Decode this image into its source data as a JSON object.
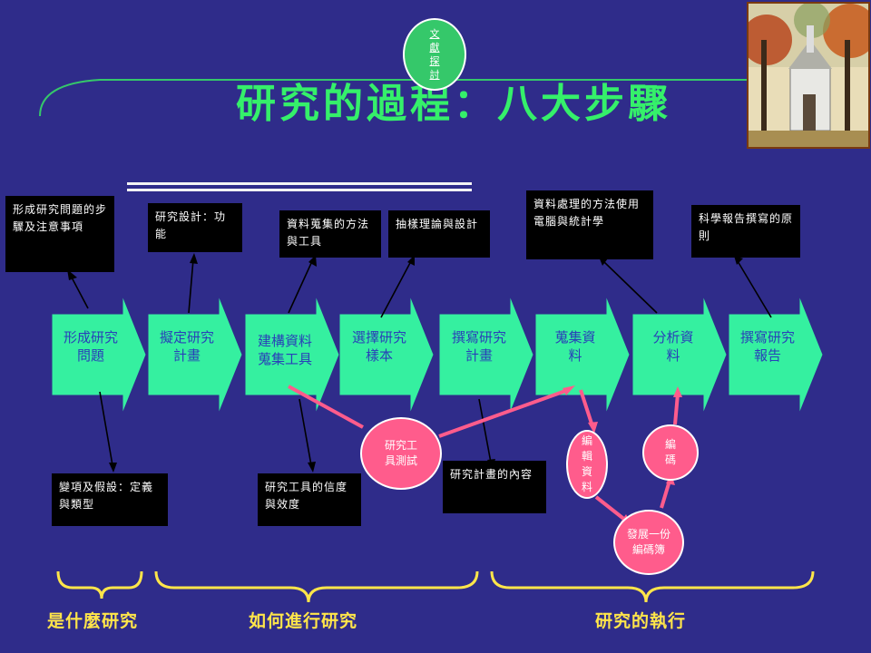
{
  "title": "研究的過程：八大步驟",
  "top_bubble": "文獻探討",
  "steps": [
    {
      "label": "形成研究問題"
    },
    {
      "label": "擬定研究計畫"
    },
    {
      "label": "建構資料蒐集工具"
    },
    {
      "label": "選擇研究樣本"
    },
    {
      "label": "撰寫研究計畫"
    },
    {
      "label": "蒐集資料"
    },
    {
      "label": "分析資料"
    },
    {
      "label": "撰寫研究報告"
    }
  ],
  "notes_top": {
    "n1": "形成研究問題的步驟及注意事項",
    "n2": "研究設計：功能",
    "n3": "資料蒐集的方法與工具",
    "n4": "抽樣理論與設計",
    "n5": "資料處理的方法使用電腦與統計學",
    "n6": "科學報告撰寫的原則"
  },
  "notes_bottom": {
    "b1": "變項及假設：定義與類型",
    "b2": "研究工具的信度與效度",
    "b3": "研究計畫的內容"
  },
  "circles": {
    "test": "研究工具測試",
    "edit": "編輯資料",
    "code": "編碼",
    "codebook": "發展一份編碼簿"
  },
  "bottom_labels": {
    "what": "是什麼研究",
    "how": "如何進行研究",
    "exec": "研究的執行"
  },
  "colors": {
    "background": "#2f2c8a",
    "step_fill": "#35f0a0",
    "title": "#35f06a",
    "pink": "#ff5c8c",
    "brace": "#ffe54a"
  }
}
